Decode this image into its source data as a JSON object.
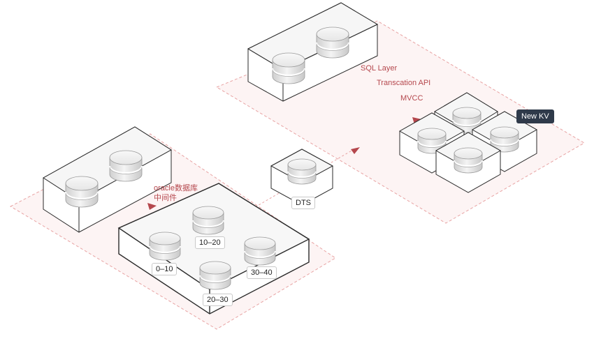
{
  "labels": {
    "sql_layer": "SQL Layer",
    "transaction_api": "Transcation API",
    "mvcc": "MVCC",
    "new_kv": "New KV",
    "middleware_line1": "oracle数据库",
    "middleware_line2": "中间件",
    "dts": "DTS",
    "shard_0_10": "0–10",
    "shard_10_20": "10–20",
    "shard_20_30": "20–30",
    "shard_30_40": "30–40"
  },
  "colors": {
    "plane_fill": "#fdf4f4",
    "plane_stroke": "#e8a3a3",
    "arrow": "#b5474d",
    "box_stroke": "#2a2a2a",
    "cylinder_top": "#f3f3f3",
    "cylinder_side": "#d8d8d8",
    "badge_dark": "#2f3a4a"
  }
}
